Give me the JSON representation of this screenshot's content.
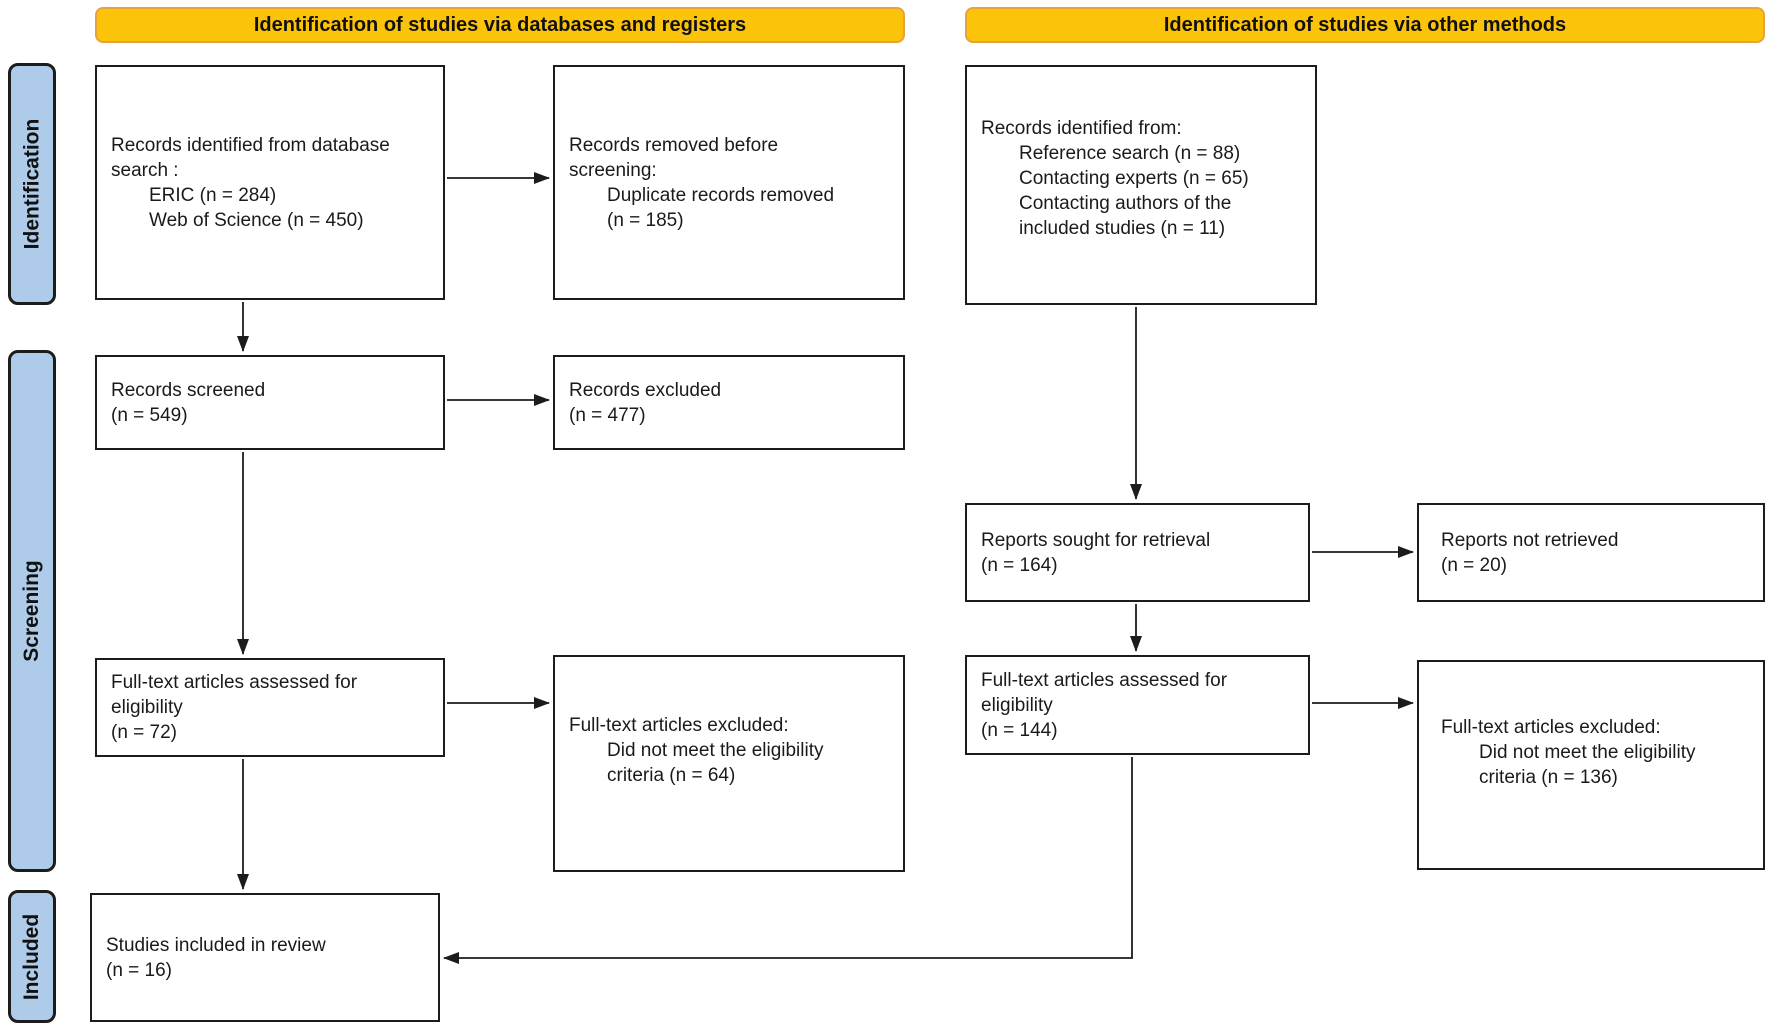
{
  "banners": [
    {
      "label": "Identification of studies via databases and registers"
    },
    {
      "label": "Identification of studies via other methods"
    }
  ],
  "stages": [
    {
      "label": "Identification"
    },
    {
      "label": "Screening"
    },
    {
      "label": "Included"
    }
  ],
  "boxes": {
    "records_identified_db": {
      "lines": [
        "Records identified from database",
        "search :",
        "ERIC (n = 284)",
        "Web of Science (n = 450)"
      ]
    },
    "records_removed": {
      "lines": [
        "Records removed before",
        "screening:",
        "Duplicate records removed",
        "(n = 185)"
      ]
    },
    "records_identified_other": {
      "lines": [
        "Records identified from:",
        "Reference search (n = 88)",
        "Contacting experts (n = 65)",
        "Contacting authors of the",
        "included studies (n = 11)"
      ]
    },
    "records_screened": {
      "lines": [
        "Records screened",
        "(n = 549)"
      ]
    },
    "records_excluded": {
      "lines": [
        "Records excluded",
        "(n = 477)"
      ]
    },
    "reports_sought": {
      "lines": [
        "Reports sought for retrieval",
        "(n = 164)"
      ]
    },
    "reports_not_retrieved": {
      "lines": [
        "Reports not retrieved",
        "(n = 20)"
      ]
    },
    "fulltext_assessed_db": {
      "lines": [
        "Full-text articles assessed for",
        "eligibility",
        "(n = 72)"
      ]
    },
    "fulltext_excluded_db": {
      "lines": [
        "Full-text articles excluded:",
        "Did not meet the eligibility",
        "criteria (n = 64)"
      ]
    },
    "fulltext_assessed_other": {
      "lines": [
        "Full-text articles assessed for",
        "eligibility",
        "(n = 144)"
      ]
    },
    "fulltext_excluded_other": {
      "lines": [
        "Full-text articles excluded:",
        "Did not meet the eligibility",
        "criteria (n = 136)"
      ]
    },
    "studies_included": {
      "lines": [
        "Studies included in review",
        "(n = 16)"
      ]
    }
  },
  "colors": {
    "banner_fill": "#FCC30B",
    "banner_border": "#E6A33C",
    "stage_fill": "#AECBEA",
    "stage_border": "#1C1C1C",
    "box_fill": "#FFFFFF",
    "box_border": "#1C1C1C",
    "arrow": "#1C1C1C",
    "text": "#1A1A1A",
    "background": "#FFFFFF"
  }
}
